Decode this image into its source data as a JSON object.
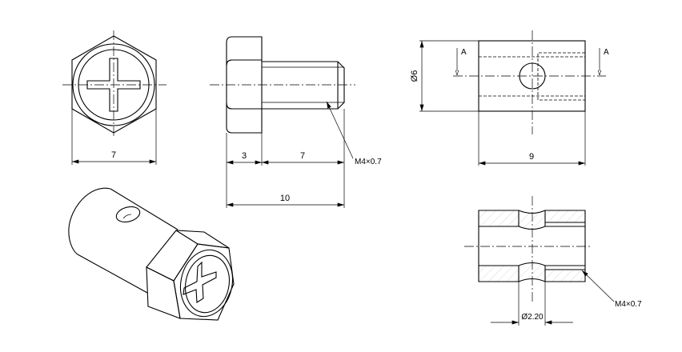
{
  "front_view": {
    "width_dim": "7"
  },
  "side_view": {
    "head_dim": "3",
    "shaft_dim": "7",
    "total_dim": "10",
    "thread_callout": "M4×0.7"
  },
  "top_view": {
    "diameter_dim": "Ø6",
    "length_dim": "9",
    "section_label_left": "A",
    "section_label_right": "A"
  },
  "section_view": {
    "hole_dim": "Ø2.20",
    "thread_callout": "M4×0.7"
  },
  "colors": {
    "line": "#000000",
    "hatch": "#bbbbbb"
  }
}
